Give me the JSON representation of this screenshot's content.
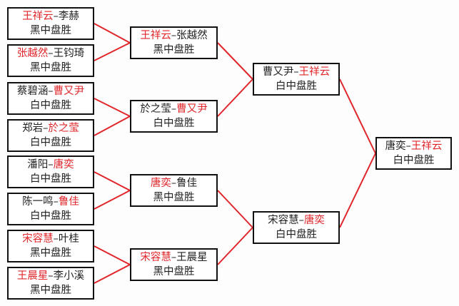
{
  "colors": {
    "winner": "#e0262a",
    "text": "#222222",
    "line": "#e0262a",
    "border": "#111111"
  },
  "rounds": [
    [
      {
        "p1": "王祥云",
        "p2": "李赫",
        "winner": 1,
        "result": "黑中盘胜"
      },
      {
        "p1": "张越然",
        "p2": "王钧琦",
        "winner": 1,
        "result": "黑中盘胜"
      },
      {
        "p1": "蔡碧涵",
        "p2": "曹又尹",
        "winner": 2,
        "result": "白中盘胜"
      },
      {
        "p1": "郑岩",
        "p2": "於之莹",
        "winner": 2,
        "result": "白中盘胜"
      },
      {
        "p1": "潘阳",
        "p2": "唐奕",
        "winner": 2,
        "result": "白中盘胜"
      },
      {
        "p1": "陈一鸣",
        "p2": "鲁佳",
        "winner": 2,
        "result": "白中盘胜"
      },
      {
        "p1": "宋容慧",
        "p2": "叶桂",
        "winner": 1,
        "result": "黑中盘胜"
      },
      {
        "p1": "王晨星",
        "p2": "李小溪",
        "winner": 1,
        "result": "黑中盘胜"
      }
    ],
    [
      {
        "p1": "王祥云",
        "p2": "张越然",
        "winner": 1,
        "result": "黑中盘胜"
      },
      {
        "p1": "於之莹",
        "p2": "曹又尹",
        "winner": 2,
        "result": "白中盘胜"
      },
      {
        "p1": "唐奕",
        "p2": "鲁佳",
        "winner": 1,
        "result": "黑中盘胜"
      },
      {
        "p1": "宋容慧",
        "p2": "王晨星",
        "winner": 1,
        "result": "黑中盘胜"
      }
    ],
    [
      {
        "p1": "曹又尹",
        "p2": "王祥云",
        "winner": 2,
        "result": "白中盘胜"
      },
      {
        "p1": "宋容慧",
        "p2": "唐奕",
        "winner": 2,
        "result": "白中盘胜"
      }
    ],
    [
      {
        "p1": "唐奕",
        "p2": "王祥云",
        "winner": 2,
        "result": "白中盘胜"
      }
    ]
  ]
}
